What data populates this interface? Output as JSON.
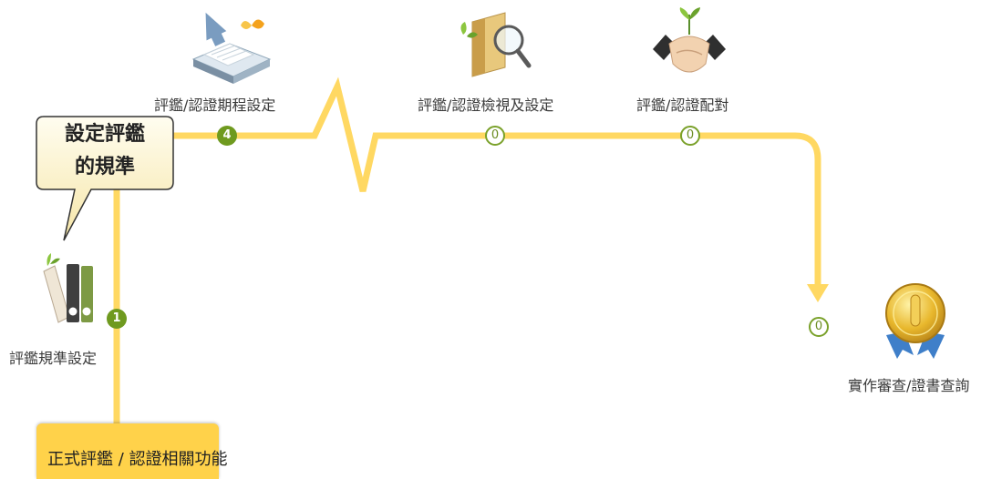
{
  "callout": {
    "line1": "設定評鑑",
    "line2": "的規準"
  },
  "steps": [
    {
      "label": "評鑑規準設定",
      "count": "1",
      "icon": "binders-icon"
    },
    {
      "label": "評鑑/認證期程設定",
      "count": "4",
      "icon": "calculator-paper-icon"
    },
    {
      "label": "評鑑/認證檢視及設定",
      "count": "0",
      "icon": "folder-magnifier-icon"
    },
    {
      "label": "評鑑/認證配對",
      "count": "0",
      "icon": "handshake-icon"
    },
    {
      "label": "實作審查/證書查詢",
      "count": "0",
      "icon": "gold-medal-icon"
    }
  ],
  "footer_tab": {
    "label": "正式評鑑 / 認證相關功能"
  },
  "colors": {
    "path": "#ffd862",
    "badge_green": "#6f9a1f",
    "tab": "#ffd24a"
  }
}
